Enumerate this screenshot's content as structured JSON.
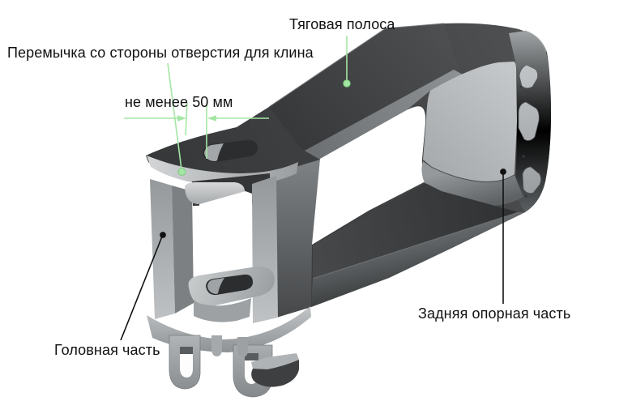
{
  "diagram": {
    "labels": {
      "traction_strip": "Тяговая полоса",
      "wedge_hole_bridge": "Перемычка со стороны отверстия для клина",
      "min_width_dimension": "не менее 50 мм",
      "head_part": "Головная часть",
      "rear_support_part": "Задняя опорная часть"
    },
    "colors": {
      "background": "#ffffff",
      "text": "#111111",
      "callout_green": "#a4e6a4",
      "callout_green_dark": "#7bce7b",
      "callout_black": "#111111",
      "metal_dark": "#3f4142",
      "metal_mid": "#8e9294",
      "metal_light": "#b8bbbd"
    }
  }
}
